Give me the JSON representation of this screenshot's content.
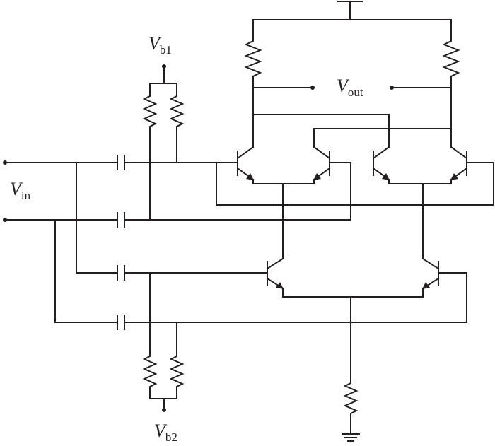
{
  "labels": {
    "vb1": {
      "main": "V",
      "sub": "b1"
    },
    "vb2": {
      "main": "V",
      "sub": "b2"
    },
    "vin": {
      "main": "V",
      "sub": "in"
    },
    "vout": {
      "main": "V",
      "sub": "out"
    }
  },
  "colors": {
    "ink": "#231f20",
    "background": "#ffffff"
  },
  "components": {
    "resistors": [
      "vb1-resistor-left",
      "vb1-resistor-right",
      "vb2-resistor-left",
      "vb2-resistor-right",
      "load-resistor-left",
      "load-resistor-right",
      "tail-resistor"
    ],
    "capacitors": [
      "input-capacitor-1",
      "input-capacitor-2",
      "input-capacitor-3",
      "input-capacitor-4"
    ],
    "transistors": [
      "upper-transistor-1",
      "upper-transistor-2",
      "upper-transistor-3",
      "upper-transistor-4",
      "lower-transistor-left",
      "lower-transistor-right"
    ],
    "supply": [
      "vdd-supply-symbol",
      "ground-symbol"
    ]
  }
}
